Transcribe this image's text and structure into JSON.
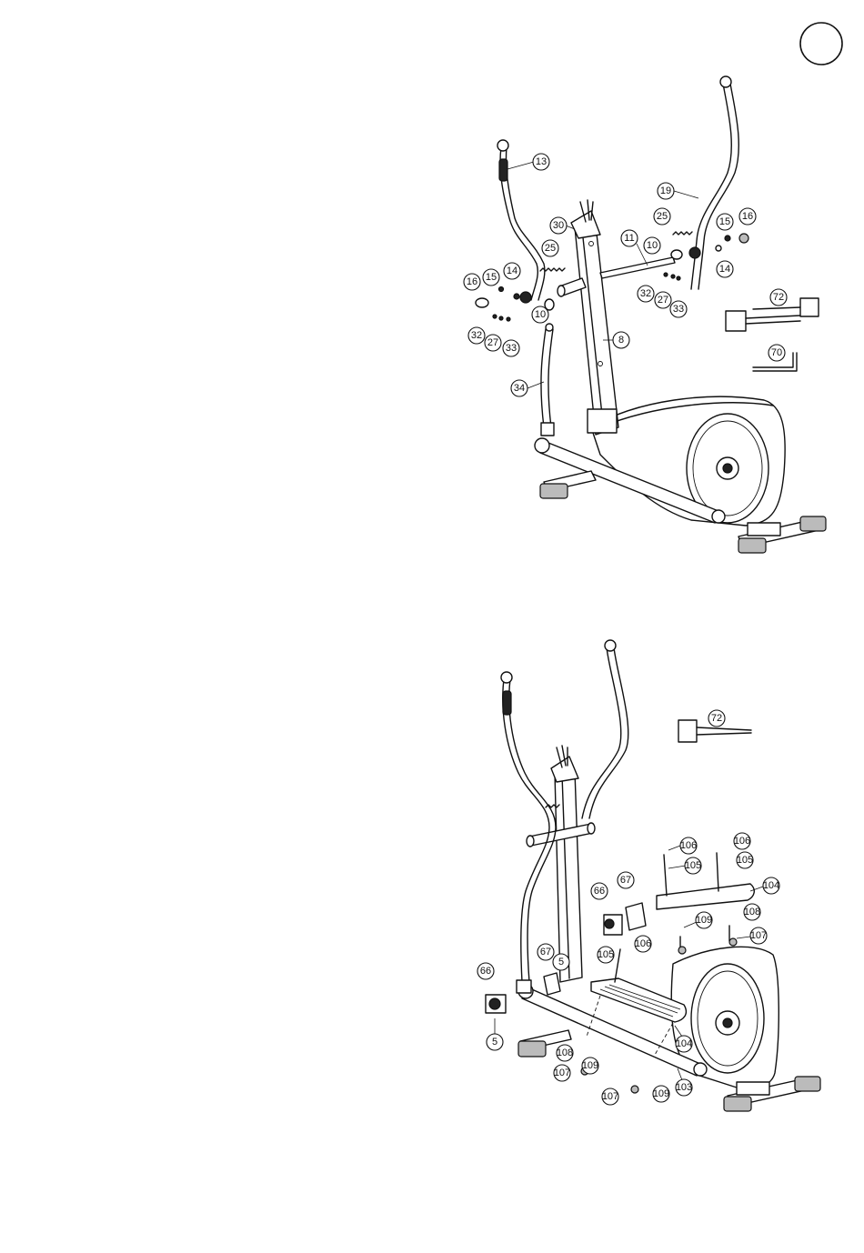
{
  "step_marker": {
    "label": ""
  },
  "diagram_top": {
    "callouts": [
      "13",
      "19",
      "30",
      "25",
      "11",
      "10",
      "25",
      "15",
      "16",
      "14",
      "16",
      "15",
      "14",
      "10",
      "32",
      "27",
      "33",
      "32",
      "27",
      "33",
      "72",
      "8",
      "70",
      "34"
    ]
  },
  "diagram_bottom": {
    "callouts": [
      "72",
      "106",
      "106",
      "105",
      "105",
      "104",
      "66",
      "67",
      "108",
      "109",
      "107",
      "106",
      "105",
      "67",
      "5",
      "66",
      "5",
      "104",
      "108",
      "109",
      "107",
      "103",
      "107",
      "109"
    ]
  }
}
